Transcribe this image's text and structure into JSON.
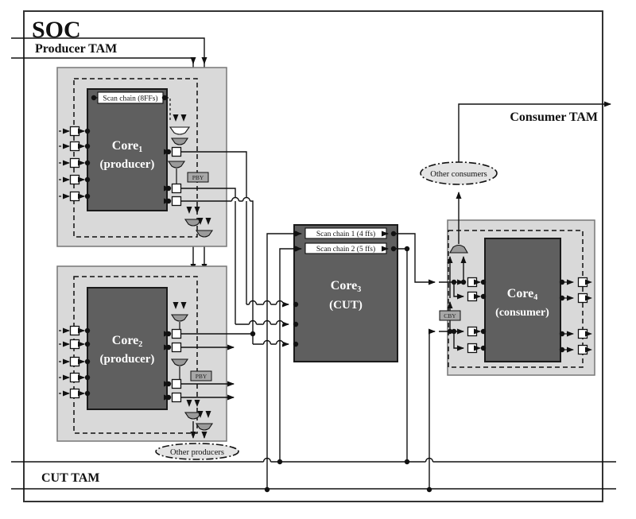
{
  "diagram": {
    "soc_label": "SOC",
    "producer_tam_label": "Producer TAM",
    "consumer_tam_label": "Consumer TAM",
    "cut_tam_label": "CUT TAM",
    "other_producers_label": "Other producers",
    "other_consumers_label": "Other consumers",
    "cores": {
      "core1": {
        "name": "Core",
        "sub": "1",
        "role": "(producer)",
        "scan_chain": "Scan chain (8FFs)",
        "bypass": "PBY"
      },
      "core2": {
        "name": "Core",
        "sub": "2",
        "role": "(producer)",
        "bypass": "PBY"
      },
      "core3": {
        "name": "Core",
        "sub": "3",
        "role": "(CUT)",
        "scan_chain_1": "Scan chain 1 (4 ffs)",
        "scan_chain_2": "Scan chain 2 (5 ffs)"
      },
      "core4": {
        "name": "Core",
        "sub": "4",
        "role": "(consumer)",
        "bypass": "CBY"
      }
    },
    "colors": {
      "assembly_fill": "#d9d9d9",
      "core_fill": "#5f5f5f",
      "bypass_fill": "#a8a8a8",
      "mux_fill": "#9a9a9a",
      "ellipse_fill": "#e4e4e4",
      "wire": "#111111"
    }
  }
}
